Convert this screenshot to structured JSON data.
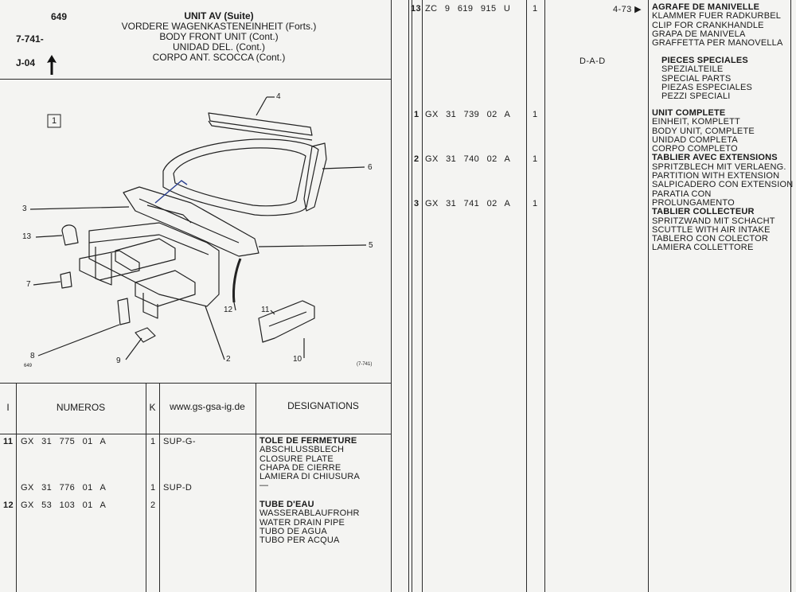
{
  "header": {
    "page_number": "649",
    "group_code": "7-741-",
    "index_code": "J-04",
    "title_fr": "UNIT AV (Suite)",
    "title_de": "VORDERE WAGENKASTENEINHEIT (Forts.)",
    "title_en": "BODY FRONT UNIT (Cont.)",
    "title_es": "UNIDAD DEL. (Cont.)",
    "title_it": "CORPO ANT. SCOCCA (Cont.)"
  },
  "diagram": {
    "box_label": "1",
    "callouts": [
      "4",
      "6",
      "3",
      "13",
      "5",
      "7",
      "12",
      "11",
      "8",
      "9",
      "2",
      "10"
    ],
    "footer_left": "649",
    "footer_right": "(7-741)"
  },
  "table_header": {
    "col_i": "I",
    "col_numeros": "NUMEROS",
    "col_k": "K",
    "col_site": "www.gs-gsa-ig.de",
    "col_designations": "DESIGNATIONS"
  },
  "left_rows": [
    {
      "item": "11",
      "number": "GX 31 775 01 A",
      "qty": "1",
      "note": "SUP-G-",
      "designations": [
        "TOLE DE FERMETURE",
        "ABSCHLUSSBLECH",
        "CLOSURE PLATE",
        "CHAPA DE CIERRE",
        "LAMIERA DI CHIUSURA"
      ]
    },
    {
      "item": "",
      "number": "GX 31 776 01 A",
      "qty": "1",
      "note": "SUP-D",
      "designations": [
        "—"
      ]
    },
    {
      "item": "12",
      "number": "GX 53 103 01 A",
      "qty": "2",
      "note": "",
      "designations": [
        "TUBE D'EAU",
        "WASSERABLAUFROHR",
        "WATER DRAIN PIPE",
        "TUBO DE AGUA",
        "TUBO PER ACQUA"
      ]
    }
  ],
  "right_rows": {
    "r13": {
      "item": "13",
      "number": "ZC 9 619 915 U",
      "qty": "1",
      "ref": "4-73 ▶",
      "designations": [
        "AGRAFE DE MANIVELLE",
        "KLAMMER FUER RADKURBEL",
        "CLIP FOR CRANKHANDLE",
        "GRAPA DE MANIVELA",
        "GRAFFETTA PER MANOVELLA"
      ]
    },
    "dad": {
      "code": "D-A-D",
      "designations": [
        "PIECES SPECIALES",
        "SPEZIALTEILE",
        "SPECIAL PARTS",
        "PIEZAS ESPECIALES",
        "PEZZI SPECIALI"
      ]
    },
    "r1": {
      "item": "1",
      "number": "GX 31 739 02 A",
      "qty": "1"
    },
    "r2": {
      "item": "2",
      "number": "GX 31 740 02 A",
      "qty": "1"
    },
    "r3": {
      "item": "3",
      "number": "GX 31 741 02 A",
      "qty": "1"
    },
    "unit_designations": [
      "UNIT COMPLETE",
      "EINHEIT, KOMPLETT",
      "BODY UNIT, COMPLETE",
      "UNIDAD COMPLETA",
      "CORPO COMPLETO",
      "TABLIER AVEC EXTENSIONS",
      "SPRITZBLECH MIT VERLAENG.",
      "PARTITION WITH EXTENSION",
      "SALPICADERO CON EXTENSION",
      "PARATIA CON PROLUNGAMENTO",
      "TABLIER COLLECTEUR",
      "SPRITZWAND MIT SCHACHT",
      "SCUTTLE WITH AIR INTAKE",
      "TABLERO CON COLECTOR",
      "LAMIERA COLLETTORE"
    ]
  }
}
